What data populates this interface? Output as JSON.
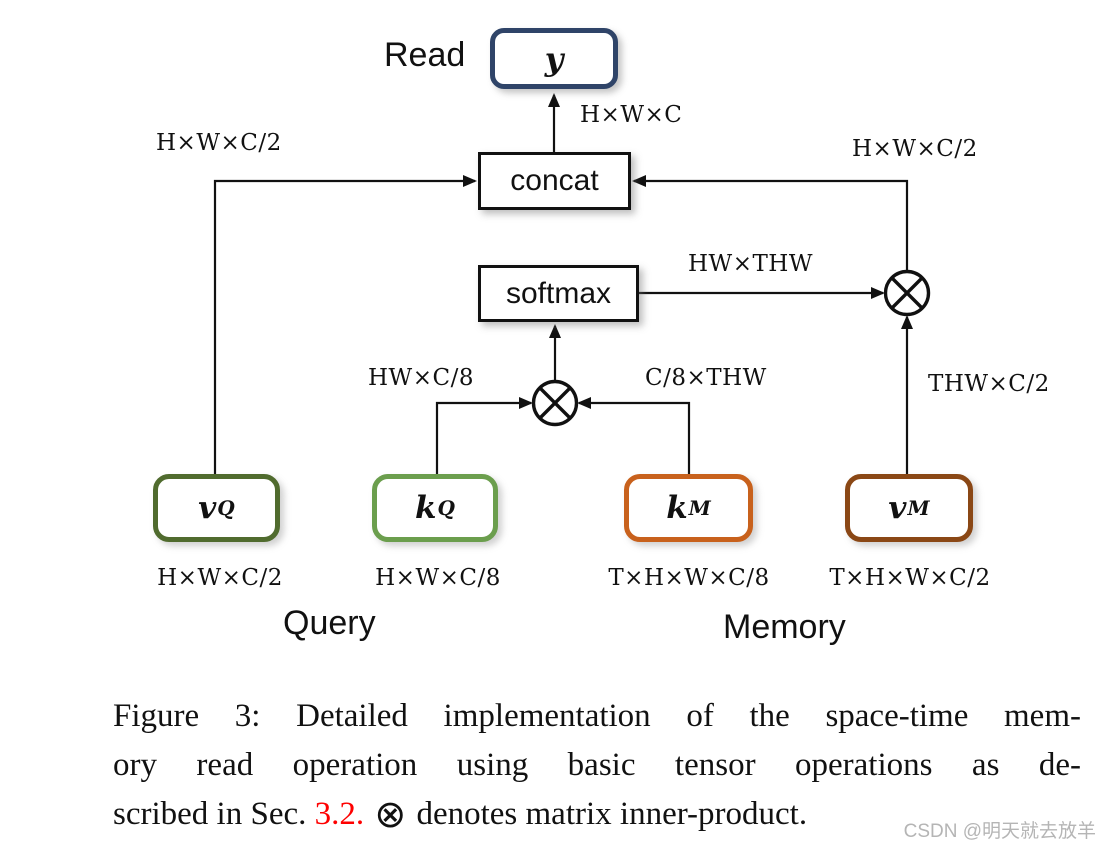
{
  "diagram": {
    "read_label": "Read",
    "output_box": {
      "label": "y",
      "border_color": "#2f4468"
    },
    "concat_label": "concat",
    "softmax_label": "softmax",
    "otimes_symbol": "⊗",
    "dims": {
      "output": "H×W×C",
      "left_top": "H×W×C/2",
      "right_top": "H×W×C/2",
      "softmax_out": "HW×THW",
      "kq_to_prod": "HW×C/8",
      "km_to_prod": "C/8×THW",
      "vm_to_prod": "THW×C/2"
    },
    "tensors": [
      {
        "base": "v",
        "sup": "Q",
        "dim": "H×W×C/2",
        "color": "#506b2e"
      },
      {
        "base": "k",
        "sup": "Q",
        "dim": "H×W×C/8",
        "color": "#6b9e4d"
      },
      {
        "base": "k",
        "sup": "M",
        "dim": "T×H×W×C/8",
        "color": "#c8611c"
      },
      {
        "base": "v",
        "sup": "M",
        "dim": "T×H×W×C/2",
        "color": "#8a4715"
      }
    ],
    "group_labels": {
      "query": "Query",
      "memory": "Memory"
    }
  },
  "caption": {
    "line1": "Figure 3: Detailed implementation of the space-time mem-",
    "line2": "ory read operation using basic tensor operations as de-",
    "line3_prefix": "scribed in Sec.",
    "line3_ref": "3.2.",
    "otimes": "⊗",
    "line3_suffix": "denotes matrix inner-product.",
    "ref_color": "#fe0000"
  },
  "watermark": "CSDN @明天就去放羊"
}
